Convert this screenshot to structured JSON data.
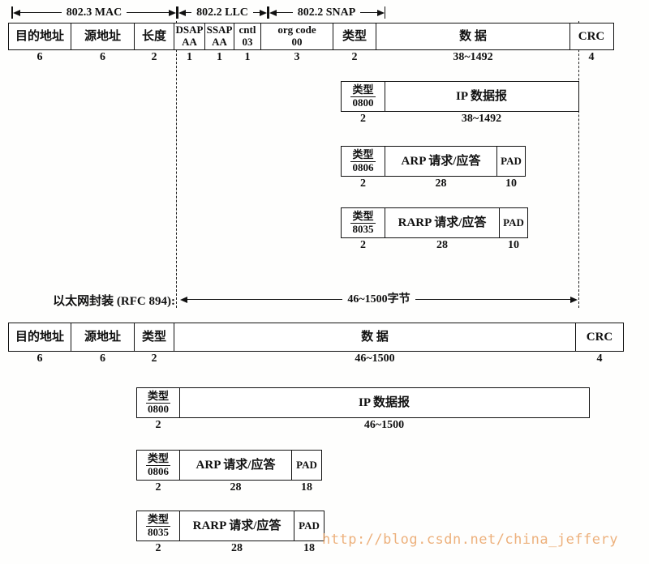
{
  "top_arrows": {
    "mac": "802.3 MAC",
    "llc": "802.2 LLC",
    "snap": "802.2 SNAP"
  },
  "ieee8023": {
    "fields": [
      {
        "label": "目的地址",
        "size": "6"
      },
      {
        "label": "源地址",
        "size": "6"
      },
      {
        "label": "长度",
        "size": "2"
      },
      {
        "label": "DSAP",
        "value": "AA",
        "size": "1"
      },
      {
        "label": "SSAP",
        "value": "AA",
        "size": "1"
      },
      {
        "label": "cntl",
        "value": "03",
        "size": "1"
      },
      {
        "label": "org code",
        "value": "00",
        "size": "3"
      },
      {
        "label": "类型",
        "size": "2"
      },
      {
        "label": "数 据",
        "size": "38~1492"
      },
      {
        "label": "CRC",
        "size": "4"
      }
    ],
    "payloads": [
      {
        "type_label": "类型",
        "type_value": "0800",
        "type_size": "2",
        "name": "IP 数据报",
        "name_size": "38~1492"
      },
      {
        "type_label": "类型",
        "type_value": "0806",
        "type_size": "2",
        "name": "ARP 请求/应答",
        "name_size": "28",
        "pad": "PAD",
        "pad_size": "10"
      },
      {
        "type_label": "类型",
        "type_value": "8035",
        "type_size": "2",
        "name": "RARP 请求/应答",
        "name_size": "28",
        "pad": "PAD",
        "pad_size": "10"
      }
    ]
  },
  "middle": {
    "caption": "以太网封装 (RFC 894):",
    "arrow_label": "46~1500字节"
  },
  "ethernet": {
    "fields": [
      {
        "label": "目的地址",
        "size": "6"
      },
      {
        "label": "源地址",
        "size": "6"
      },
      {
        "label": "类型",
        "size": "2"
      },
      {
        "label": "数 据",
        "size": "46~1500"
      },
      {
        "label": "CRC",
        "size": "4"
      }
    ],
    "payloads": [
      {
        "type_label": "类型",
        "type_value": "0800",
        "type_size": "2",
        "name": "IP 数据报",
        "name_size": "46~1500"
      },
      {
        "type_label": "类型",
        "type_value": "0806",
        "type_size": "2",
        "name": "ARP 请求/应答",
        "name_size": "28",
        "pad": "PAD",
        "pad_size": "18"
      },
      {
        "type_label": "类型",
        "type_value": "8035",
        "type_size": "2",
        "name": "RARP 请求/应答",
        "name_size": "28",
        "pad": "PAD",
        "pad_size": "18"
      }
    ]
  },
  "watermark": "http://blog.csdn.net/china_jeffery"
}
